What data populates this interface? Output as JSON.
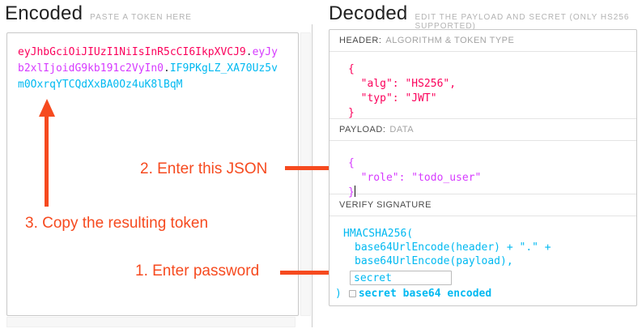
{
  "colors": {
    "token_header": "#fb015b",
    "token_payload": "#d63aff",
    "token_signature": "#00b9f1",
    "annotation": "#f64a1f"
  },
  "encoded": {
    "title": "Encoded",
    "subtitle": "PASTE A TOKEN HERE",
    "token": {
      "header": "eyJhbGciOiJIUzI1NiIsInR5cCI6IkpXVCJ9",
      "separator1": ".",
      "payload": "eyJyb2xlIjoidG9kb191c2VyIn0",
      "separator2": ".",
      "signature": "IF9PKgLZ_XA70Uz5vm0OxrqYTCQdXxBA0Oz4uK8lBqM"
    }
  },
  "decoded": {
    "title": "Decoded",
    "subtitle": "EDIT THE PAYLOAD AND SECRET (ONLY HS256 SUPPORTED)",
    "header_section": {
      "label": "HEADER:",
      "sublabel": "ALGORITHM & TOKEN TYPE",
      "json": "{\n  \"alg\": \"HS256\",\n  \"typ\": \"JWT\"\n}"
    },
    "payload_section": {
      "label": "PAYLOAD:",
      "sublabel": "DATA",
      "json": "{\n  \"role\": \"todo_user\"\n}"
    },
    "signature_section": {
      "label": "VERIFY SIGNATURE",
      "code_line1": "HMACSHA256(",
      "code_line2": "base64UrlEncode(header) + \".\" +",
      "code_line3": "base64UrlEncode(payload),",
      "secret_value": "secret",
      "code_close": ")",
      "checkbox_label": "secret base64 encoded"
    }
  },
  "annotations": {
    "step1": "1. Enter password",
    "step2": "2. Enter this JSON",
    "step3": "3. Copy the resulting token"
  }
}
